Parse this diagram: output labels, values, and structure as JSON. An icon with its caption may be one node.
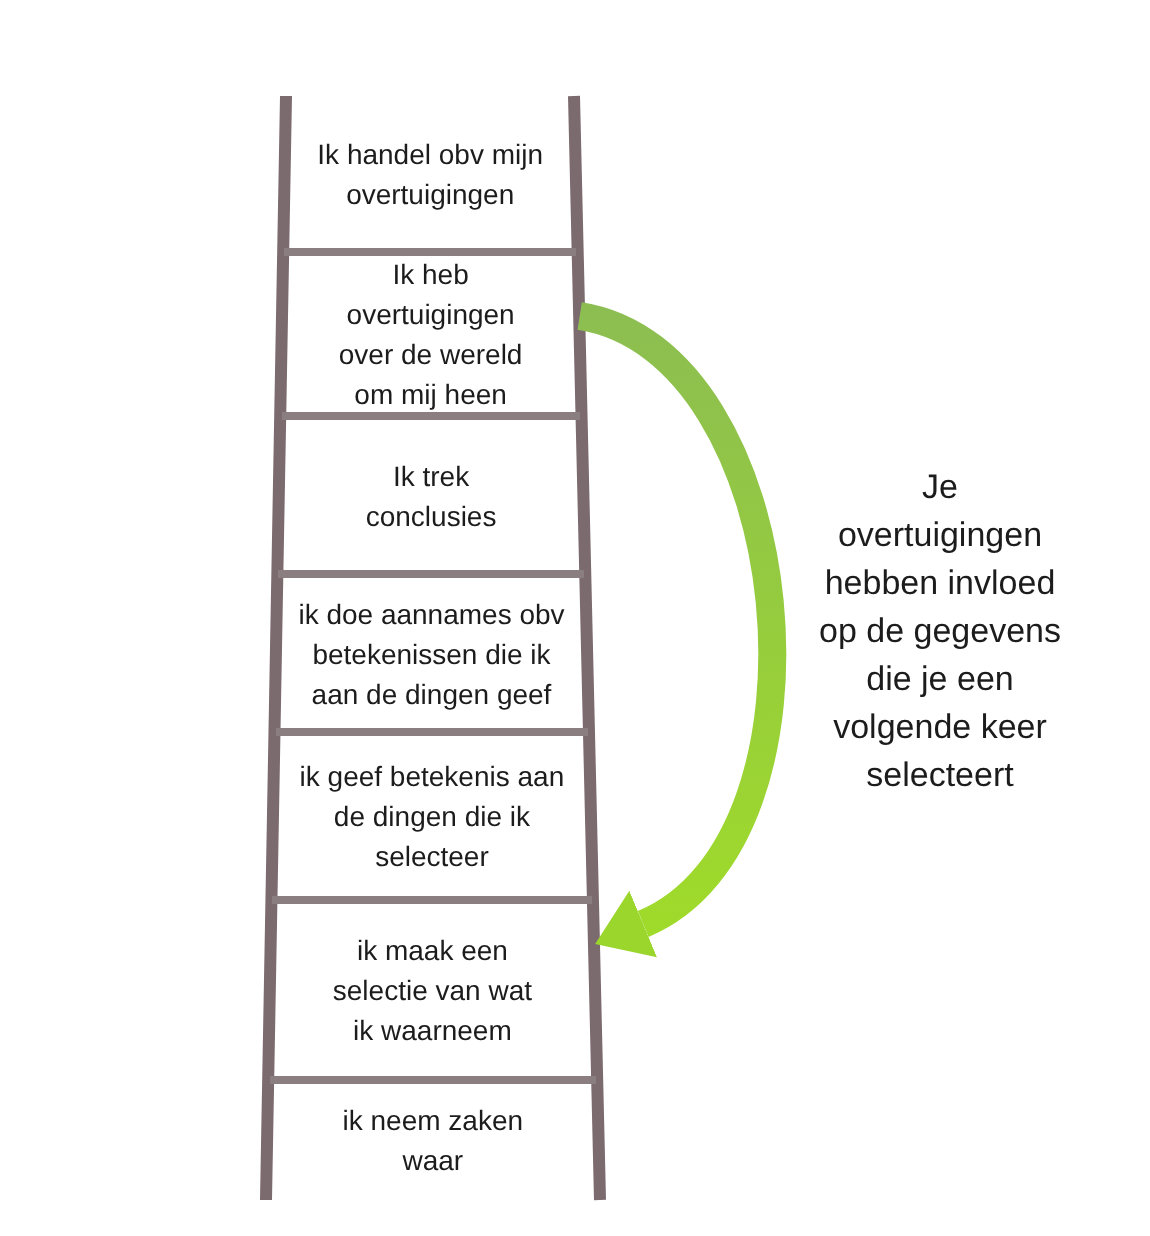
{
  "diagram": {
    "nodes": [
      {
        "text": [
          "Ik handel obv mijn overtuigingen"
        ]
      },
      {
        "text": [
          "Ik heb overtuigingen over de wereld om mij heen"
        ]
      },
      {
        "text": [
          "Ik trek conclusies"
        ]
      },
      {
        "text": [
          "ik doe aannames obv betekenissen die ik aan de dingen geef"
        ]
      },
      {
        "text": [
          "ik geef betekenis aan de dingen die ik selecteer"
        ]
      },
      {
        "text": [
          "ik maak een selectie van wat ik waarneem"
        ]
      },
      {
        "text": [
          "ik neem zaken waar"
        ]
      }
    ],
    "edges": [
      {
        "from": 1,
        "to": 5,
        "arrow": "to",
        "style": "thick"
      }
    ],
    "labels": [
      "Je overtuigingen hebben invloed op de gegevens die je een volgende keer selecteert"
    ]
  }
}
